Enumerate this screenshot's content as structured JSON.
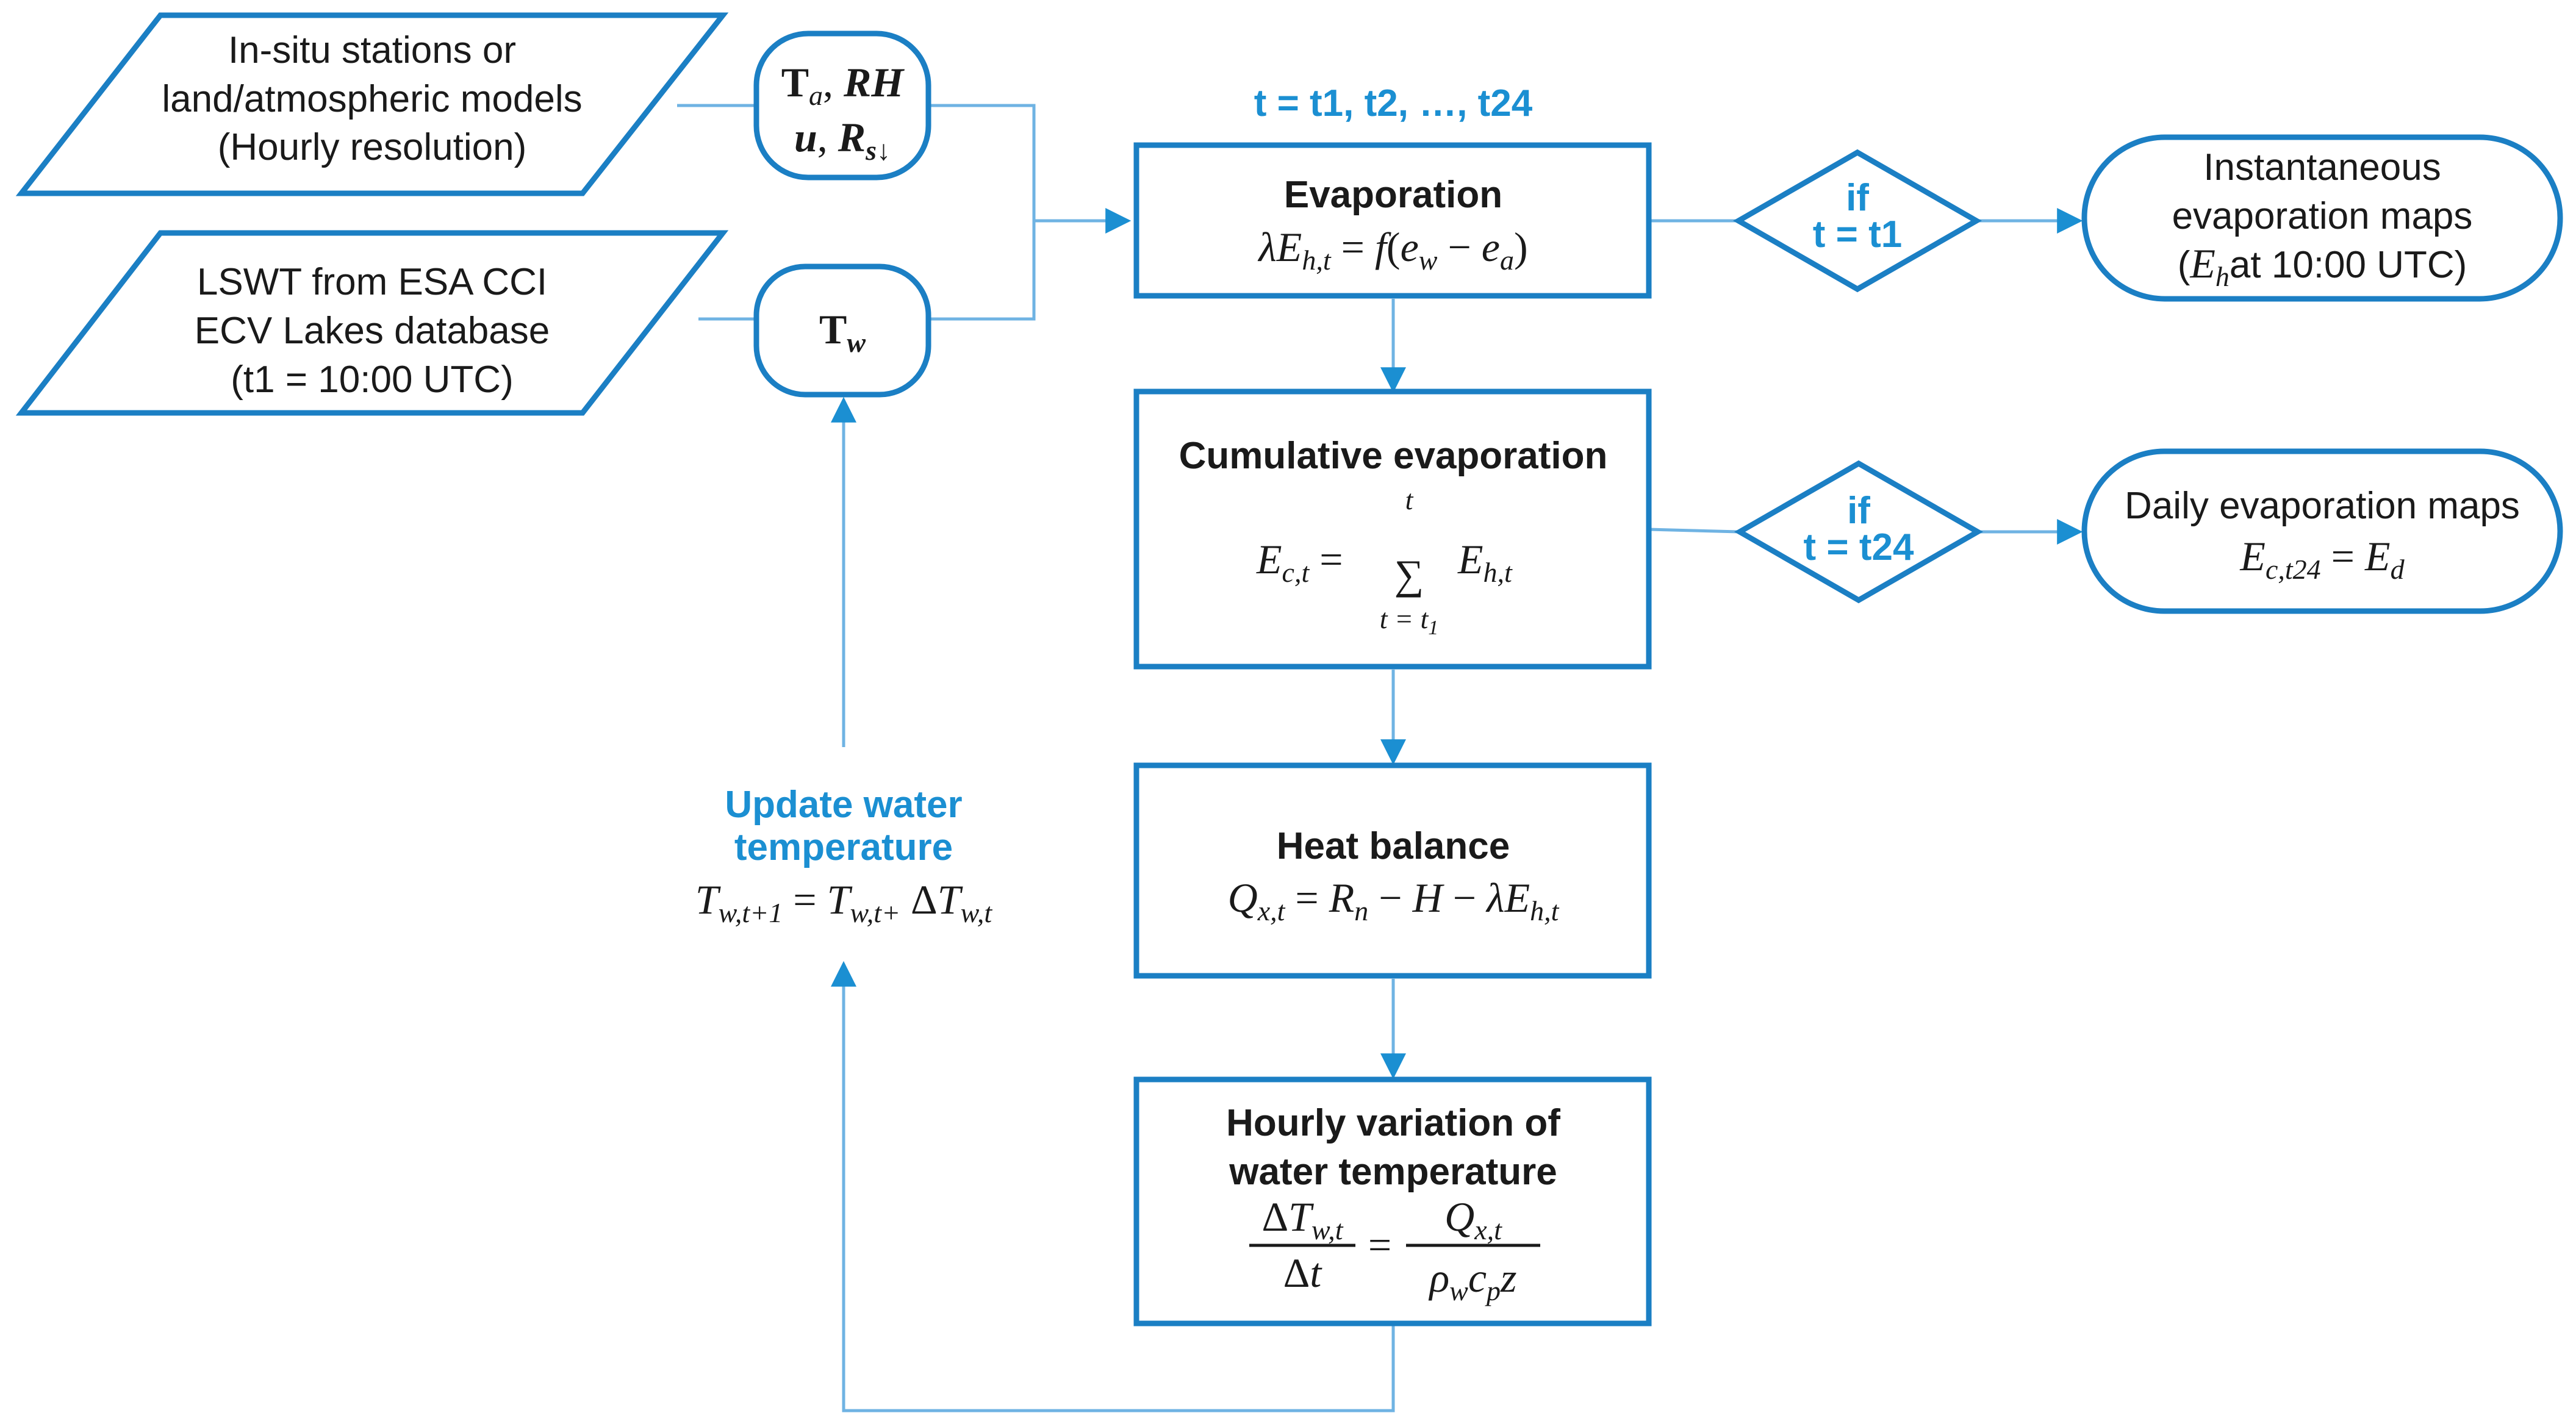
{
  "colors": {
    "stroke": "#1b7fc4",
    "connector": "#6fb3e3",
    "accent_text": "#1b8fd2",
    "text": "#1a1a1a"
  },
  "inputs": {
    "meteo": {
      "line1": "In-situ stations or",
      "line2": "land/atmospheric models",
      "line3": "(Hourly resolution)"
    },
    "lswt": {
      "line1": "LSWT from ESA CCI",
      "line2": "ECV Lakes database",
      "line3": "(t1 = 10:00 UTC)"
    }
  },
  "variables": {
    "meteo": {
      "ta": "T",
      "ta_sub": "a",
      "rh": "RH",
      "u": "u",
      "rs": "R",
      "rs_sub": "s↓"
    },
    "water": {
      "tw": "T",
      "tw_sub": "w"
    }
  },
  "loop_label": "t = t1, t2, …, t24",
  "steps": {
    "evaporation": {
      "title": "Evaporation"
    },
    "cumulative": {
      "title": "Cumulative evaporation"
    },
    "heat_balance": {
      "title": "Heat balance"
    },
    "hourly_variation": {
      "title_line1": "Hourly variation of",
      "title_line2": "water temperature"
    }
  },
  "decisions": {
    "instant": {
      "line1": "if",
      "line2": "t = t1"
    },
    "daily": {
      "line1": "if",
      "line2": "t = t24"
    }
  },
  "outputs": {
    "instant": {
      "line1": "Instantaneous",
      "line2": "evaporation maps",
      "line3": "at 10:00 UTC)"
    },
    "daily": {
      "line1": "Daily evaporation maps"
    }
  },
  "update": {
    "line1": "Update water",
    "line2": "temperature"
  }
}
